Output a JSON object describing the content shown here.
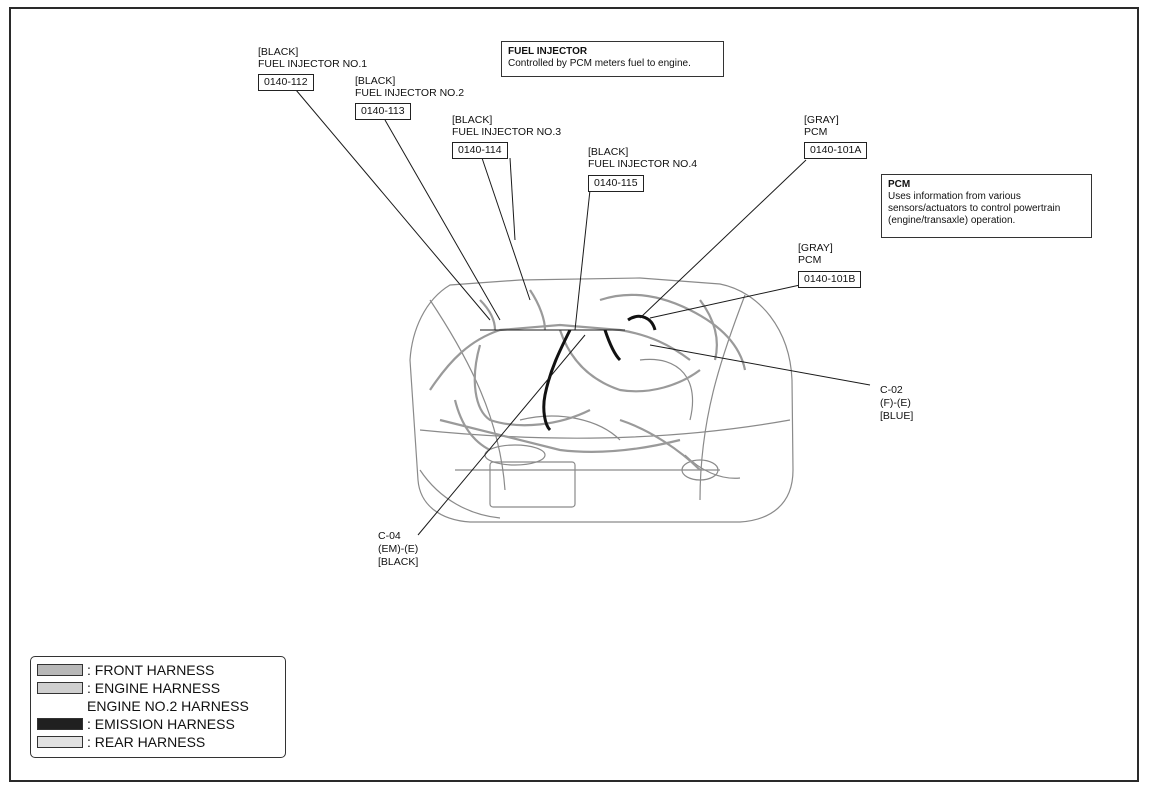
{
  "callouts": {
    "fi1": {
      "color": "[BLACK]",
      "name": "FUEL INJECTOR NO.1",
      "code": "0140-112"
    },
    "fi2": {
      "color": "[BLACK]",
      "name": "FUEL INJECTOR NO.2",
      "code": "0140-113"
    },
    "fi3": {
      "color": "[BLACK]",
      "name": "FUEL INJECTOR NO.3",
      "code": "0140-114"
    },
    "fi4": {
      "color": "[BLACK]",
      "name": "FUEL INJECTOR NO.4",
      "code": "0140-115"
    },
    "pcm_a": {
      "color": "[GRAY]",
      "name": "PCM",
      "code": "0140-101A"
    },
    "pcm_b": {
      "color": "[GRAY]",
      "name": "PCM",
      "code": "0140-101B"
    }
  },
  "connectors": {
    "c02": {
      "id": "C-02",
      "type": "(F)-(E)",
      "color": "[BLUE]"
    },
    "c04": {
      "id": "C-04",
      "type": "(EM)-(E)",
      "color": "[BLACK]"
    }
  },
  "notes": {
    "fuel_injector": {
      "title": "FUEL INJECTOR",
      "text": "Controlled by PCM meters fuel to engine."
    },
    "pcm": {
      "title": "PCM",
      "line1": "Uses information from various",
      "line2": "sensors/actuators to control powertrain",
      "line3": "(engine/transaxle) operation."
    }
  },
  "legend": {
    "front": ": FRONT HARNESS",
    "engine": ": ENGINE HARNESS",
    "engine2": "ENGINE NO.2 HARNESS",
    "emission": ": EMISSION HARNESS",
    "rear": ": REAR HARNESS"
  },
  "colors": {
    "line": "#1a1a1a",
    "harness_light": "#bfbfbf",
    "harness_dark": "#111111",
    "front_swatch": "#b8b8b8",
    "engine_swatch": "#cfcfcf",
    "emission_swatch": "#202020",
    "rear_swatch": "#e2e2e2"
  }
}
